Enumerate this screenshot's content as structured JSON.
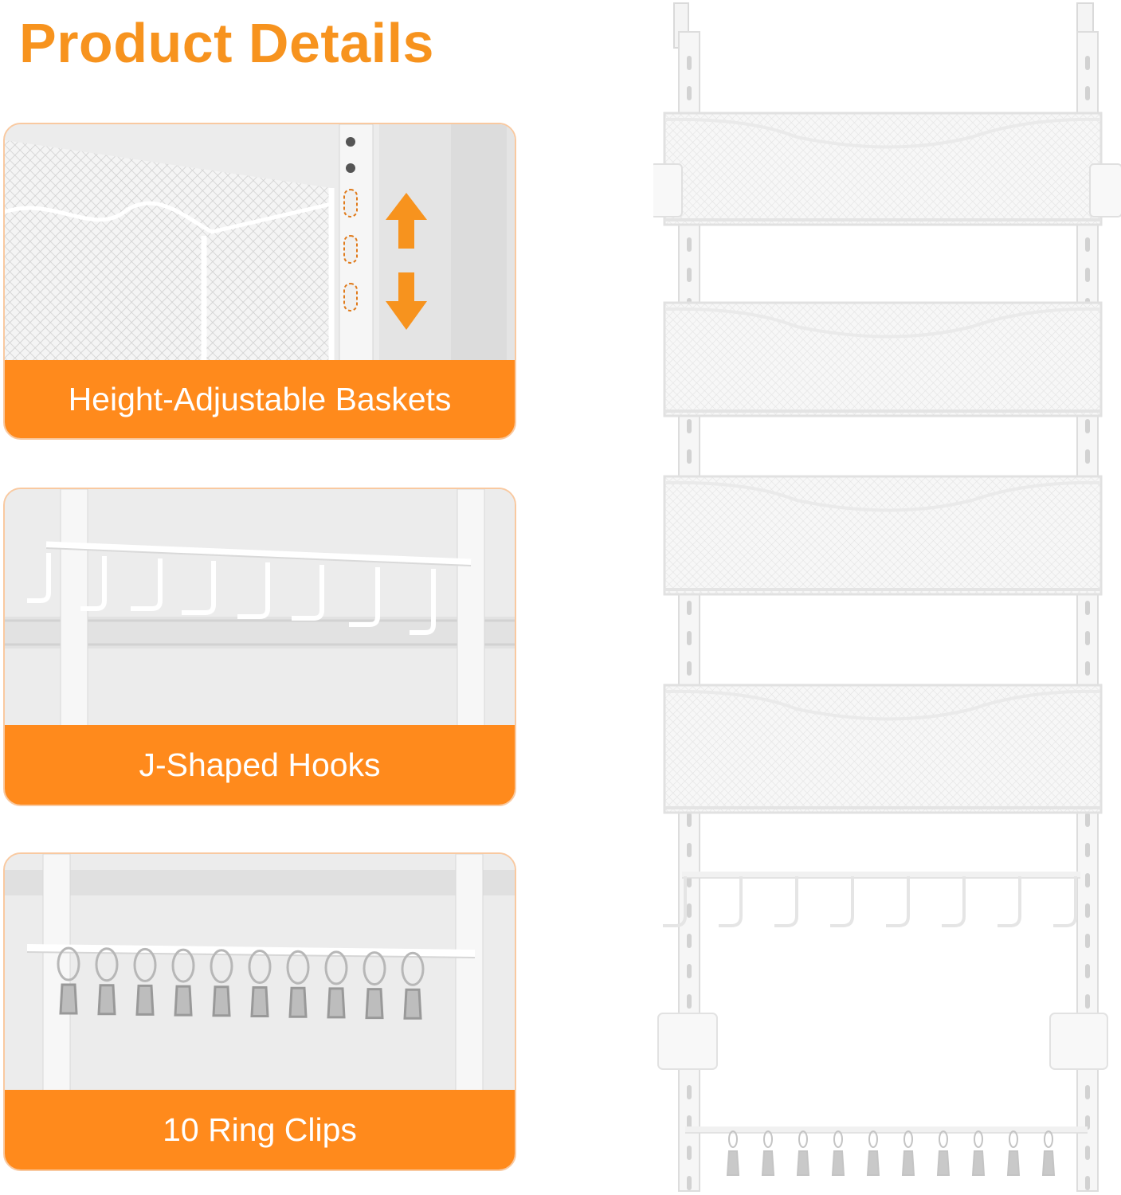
{
  "header": {
    "title": "Product Details"
  },
  "features": [
    {
      "label": "Height-Adjustable Baskets",
      "icon": "arrow-up-down-icon"
    },
    {
      "label": "J-Shaped Hooks"
    },
    {
      "label": "10 Ring Clips"
    }
  ],
  "colors": {
    "accent": "#ff8a1c",
    "title": "#f7931e",
    "card_border": "#f9c9a0",
    "product": "#f2f2f2"
  }
}
